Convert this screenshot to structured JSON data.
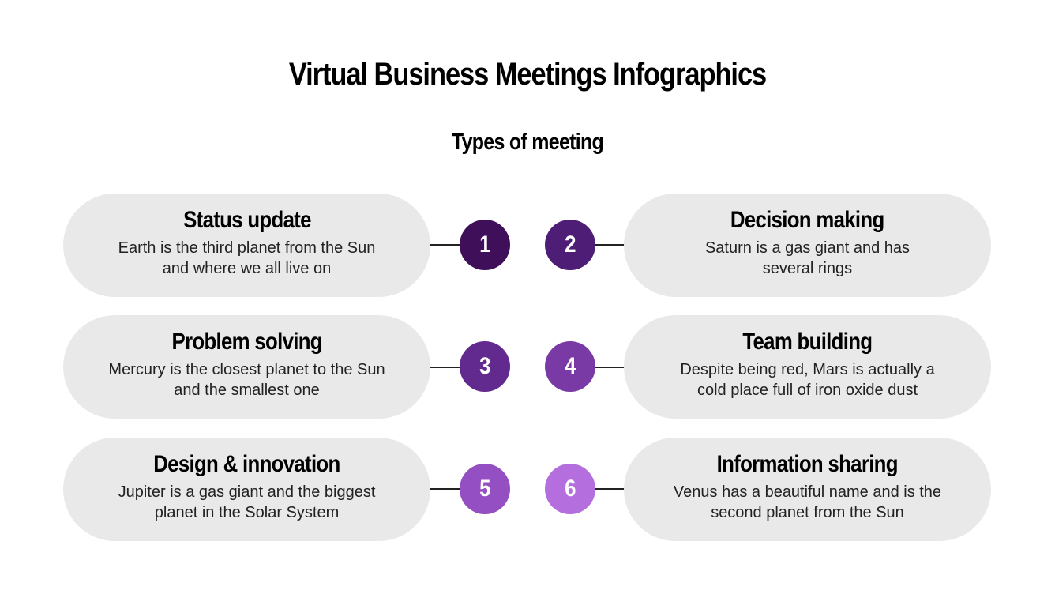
{
  "slide": {
    "title": "Virtual Business Meetings Infographics",
    "subtitle": "Types of meeting"
  },
  "items": [
    {
      "number": "1",
      "heading": "Status update",
      "description": "Earth is the third planet from the Sun and where we all live on",
      "color": "#3f0f5a"
    },
    {
      "number": "2",
      "heading": "Decision making",
      "description": "Saturn is a gas giant and has several rings",
      "color": "#4e1d75"
    },
    {
      "number": "3",
      "heading": "Problem solving",
      "description": "Mercury is the closest planet to the Sun and the smallest one",
      "color": "#622a8e"
    },
    {
      "number": "4",
      "heading": "Team building",
      "description": "Despite being red, Mars is actually a cold place full of iron oxide dust",
      "color": "#7a3aa6"
    },
    {
      "number": "5",
      "heading": "Design & innovation",
      "description": "Jupiter is a gas giant and the biggest planet in the Solar System",
      "color": "#944fc2"
    },
    {
      "number": "6",
      "heading": "Information sharing",
      "description": "Venus has a beautiful name and is the second planet from the Sun",
      "color": "#b56edd"
    }
  ],
  "colors": {
    "card_background": "#e9e9e9",
    "connector": "#222222",
    "text": "#000000"
  }
}
